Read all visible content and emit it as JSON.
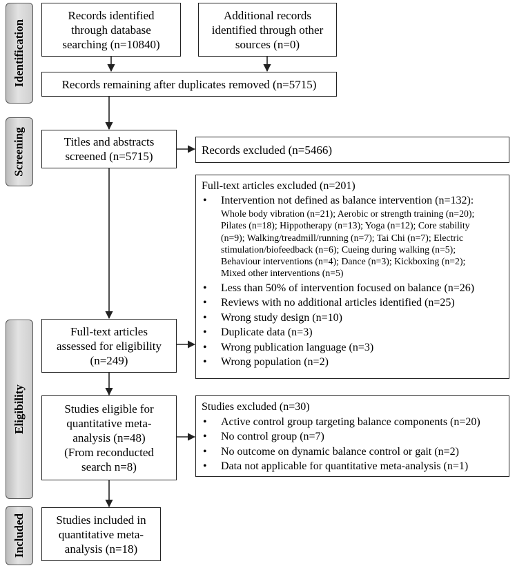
{
  "stages": {
    "identification": "Identification",
    "screening": "Screening",
    "eligibility": "Eligibility",
    "included": "Included"
  },
  "boxes": {
    "database_line1": "Records identified",
    "database_line2": "through database",
    "database_line3": "searching (n=10840)",
    "other_line1": "Additional records",
    "other_line2": "identified through other",
    "other_line3": "sources (n=0)",
    "duplicates": "Records remaining after duplicates removed (n=5715)",
    "screened_line1": "Titles and abstracts",
    "screened_line2": "screened (n=5715)",
    "records_excluded": "Records excluded (n=5466)",
    "fulltext_line1": "Full-text articles",
    "fulltext_line2": "assessed for eligibility",
    "fulltext_line3": "(n=249)",
    "eligible_line1": "Studies eligible for",
    "eligible_line2": "quantitative meta-",
    "eligible_line3": "analysis (n=48)",
    "eligible_line4": "(From reconducted",
    "eligible_line5": "search n=8)",
    "included_line1": "Studies included in",
    "included_line2": "quantitative meta-",
    "included_line3": "analysis (n=18)"
  },
  "fulltext_excluded": {
    "title": "Full-text articles excluded (n=201)",
    "bullet": "•",
    "item1": "Intervention not defined as balance intervention (n=132):",
    "sub1": "Whole body vibration (n=21); Aerobic or strength training (n=20);",
    "sub2": "Pilates (n=18); Hippotherapy (n=13); Yoga (n=12); Core stability",
    "sub3": "(n=9); Walking/treadmill/running (n=7); Tai Chi (n=7); Electric",
    "sub4": "stimulation/biofeedback (n=6); Cueing during walking (n=5);",
    "sub5": "Behaviour interventions (n=4); Dance (n=3); Kickboxing (n=2);",
    "sub6": "Mixed other interventions (n=5)",
    "item2": "Less than 50% of intervention focused on balance (n=26)",
    "item3": "Reviews with no additional articles identified (n=25)",
    "item4": "Wrong study design (n=10)",
    "item5": "Duplicate data (n=3)",
    "item6": "Wrong publication language (n=3)",
    "item7": "Wrong population (n=2)"
  },
  "studies_excluded": {
    "title": "Studies excluded (n=30)",
    "bullet": "•",
    "item1": "Active control group targeting balance components (n=20)",
    "item2": "No control group (n=7)",
    "item3": "No outcome on dynamic balance control or gait (n=2)",
    "item4": "Data not applicable for quantitative meta-analysis (n=1)"
  }
}
